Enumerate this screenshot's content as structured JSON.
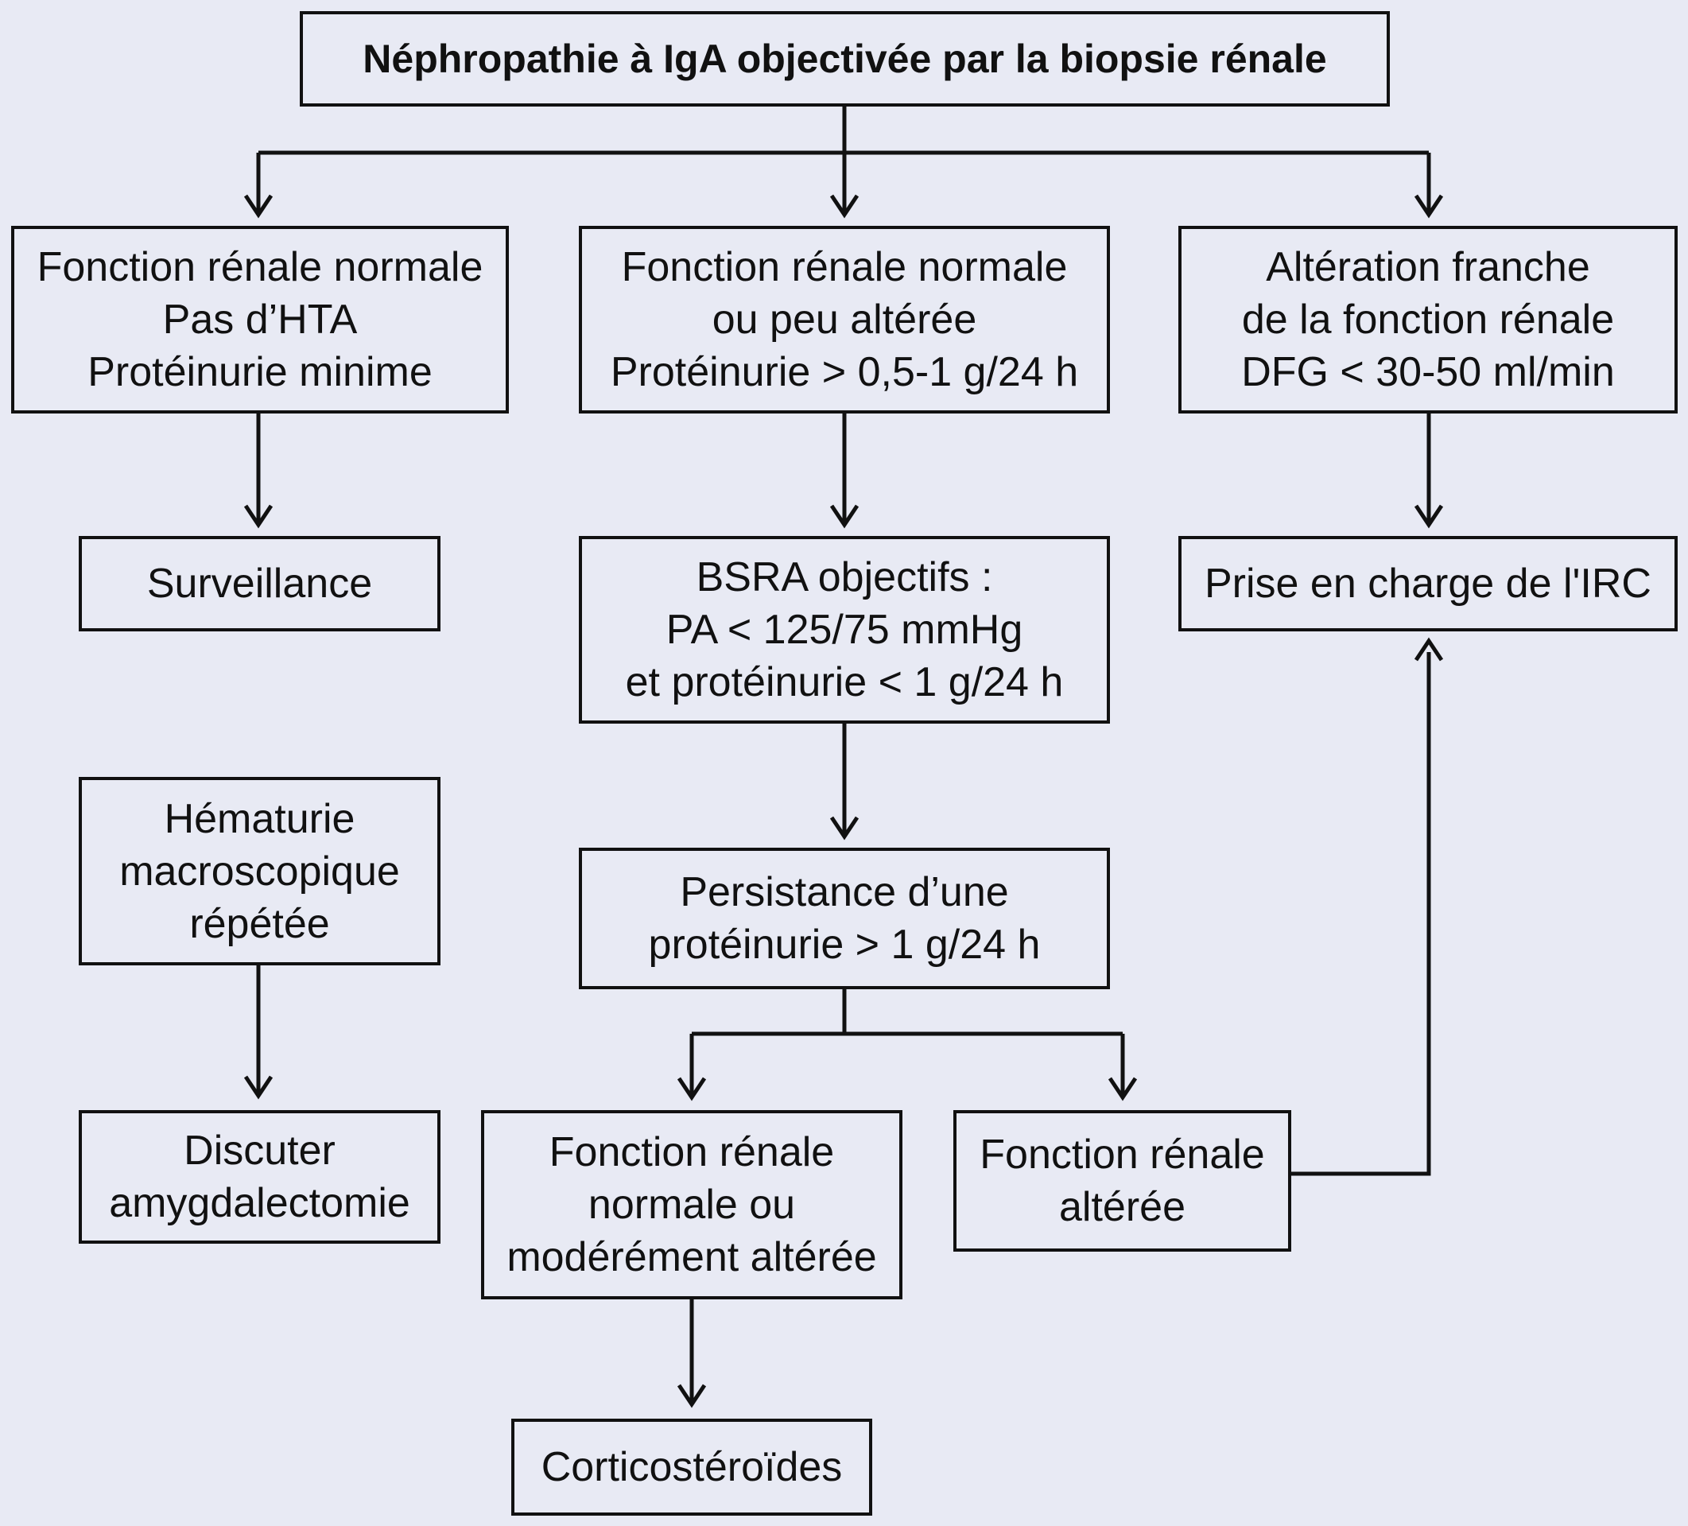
{
  "diagram": {
    "background_color": "#e8eaf4",
    "line_color": "#111111",
    "nodes": {
      "root": {
        "lines": [
          "Néphropathie à IgA objectivée par la biopsie rénale"
        ]
      },
      "left_top": {
        "lines": [
          "Fonction rénale normale",
          "Pas d’HTA",
          "Protéinurie minime"
        ]
      },
      "mid_top": {
        "lines": [
          "Fonction rénale normale",
          "ou peu altérée",
          "Protéinurie > 0,5-1 g/24 h"
        ]
      },
      "right_top": {
        "lines": [
          "Altération franche",
          "de la fonction rénale",
          "DFG < 30-50 ml/min"
        ]
      },
      "surveillance": {
        "lines": [
          "Surveillance"
        ]
      },
      "bsra": {
        "lines": [
          "BSRA objectifs :",
          "PA < 125/75 mmHg",
          "et protéinurie < 1 g/24 h"
        ]
      },
      "irc": {
        "lines": [
          "Prise en charge de l'IRC"
        ]
      },
      "hematurie": {
        "lines": [
          "Hématurie",
          "macroscopique",
          "répétée"
        ]
      },
      "persistance": {
        "lines": [
          "Persistance d’une",
          "protéinurie > 1 g/24 h"
        ]
      },
      "amygdalectomie": {
        "lines": [
          "Discuter",
          "amygdalectomie"
        ]
      },
      "fr_normale": {
        "lines": [
          "Fonction rénale",
          "normale ou",
          "modérément altérée"
        ]
      },
      "fr_alteree": {
        "lines": [
          "Fonction rénale",
          "altérée"
        ]
      },
      "corticosteroides": {
        "lines": [
          "Corticostéroïdes"
        ]
      }
    },
    "edges": [
      {
        "from": "root",
        "to": "left_top"
      },
      {
        "from": "root",
        "to": "mid_top"
      },
      {
        "from": "root",
        "to": "right_top"
      },
      {
        "from": "left_top",
        "to": "surveillance"
      },
      {
        "from": "mid_top",
        "to": "bsra"
      },
      {
        "from": "right_top",
        "to": "irc"
      },
      {
        "from": "bsra",
        "to": "persistance"
      },
      {
        "from": "hematurie",
        "to": "amygdalectomie"
      },
      {
        "from": "persistance",
        "to": "fr_normale"
      },
      {
        "from": "persistance",
        "to": "fr_alteree"
      },
      {
        "from": "fr_normale",
        "to": "corticosteroides"
      },
      {
        "from": "fr_alteree",
        "to": "irc"
      }
    ]
  }
}
